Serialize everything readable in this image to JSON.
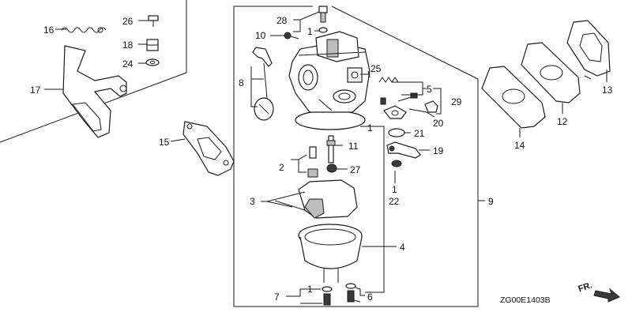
{
  "diagram": {
    "code": "ZG00E1403B",
    "direction_label": "FR.",
    "callouts": {
      "p16": "16",
      "p26": "26",
      "p18": "18",
      "p24": "24",
      "p17": "17",
      "p15": "15",
      "p28": "28",
      "p1_top": "1",
      "p10": "10",
      "p8": "8",
      "p25": "25",
      "p5": "5",
      "p29": "29",
      "p20": "20",
      "p1_mid": "1",
      "p21": "21",
      "p11": "11",
      "p19": "19",
      "p2": "2",
      "p27": "27",
      "p1_right": "1",
      "p22": "22",
      "p3": "3",
      "p9": "9",
      "p4": "4",
      "p7": "7",
      "p1_bottom": "1",
      "p6": "6",
      "p14": "14",
      "p12": "12",
      "p13": "13"
    }
  }
}
